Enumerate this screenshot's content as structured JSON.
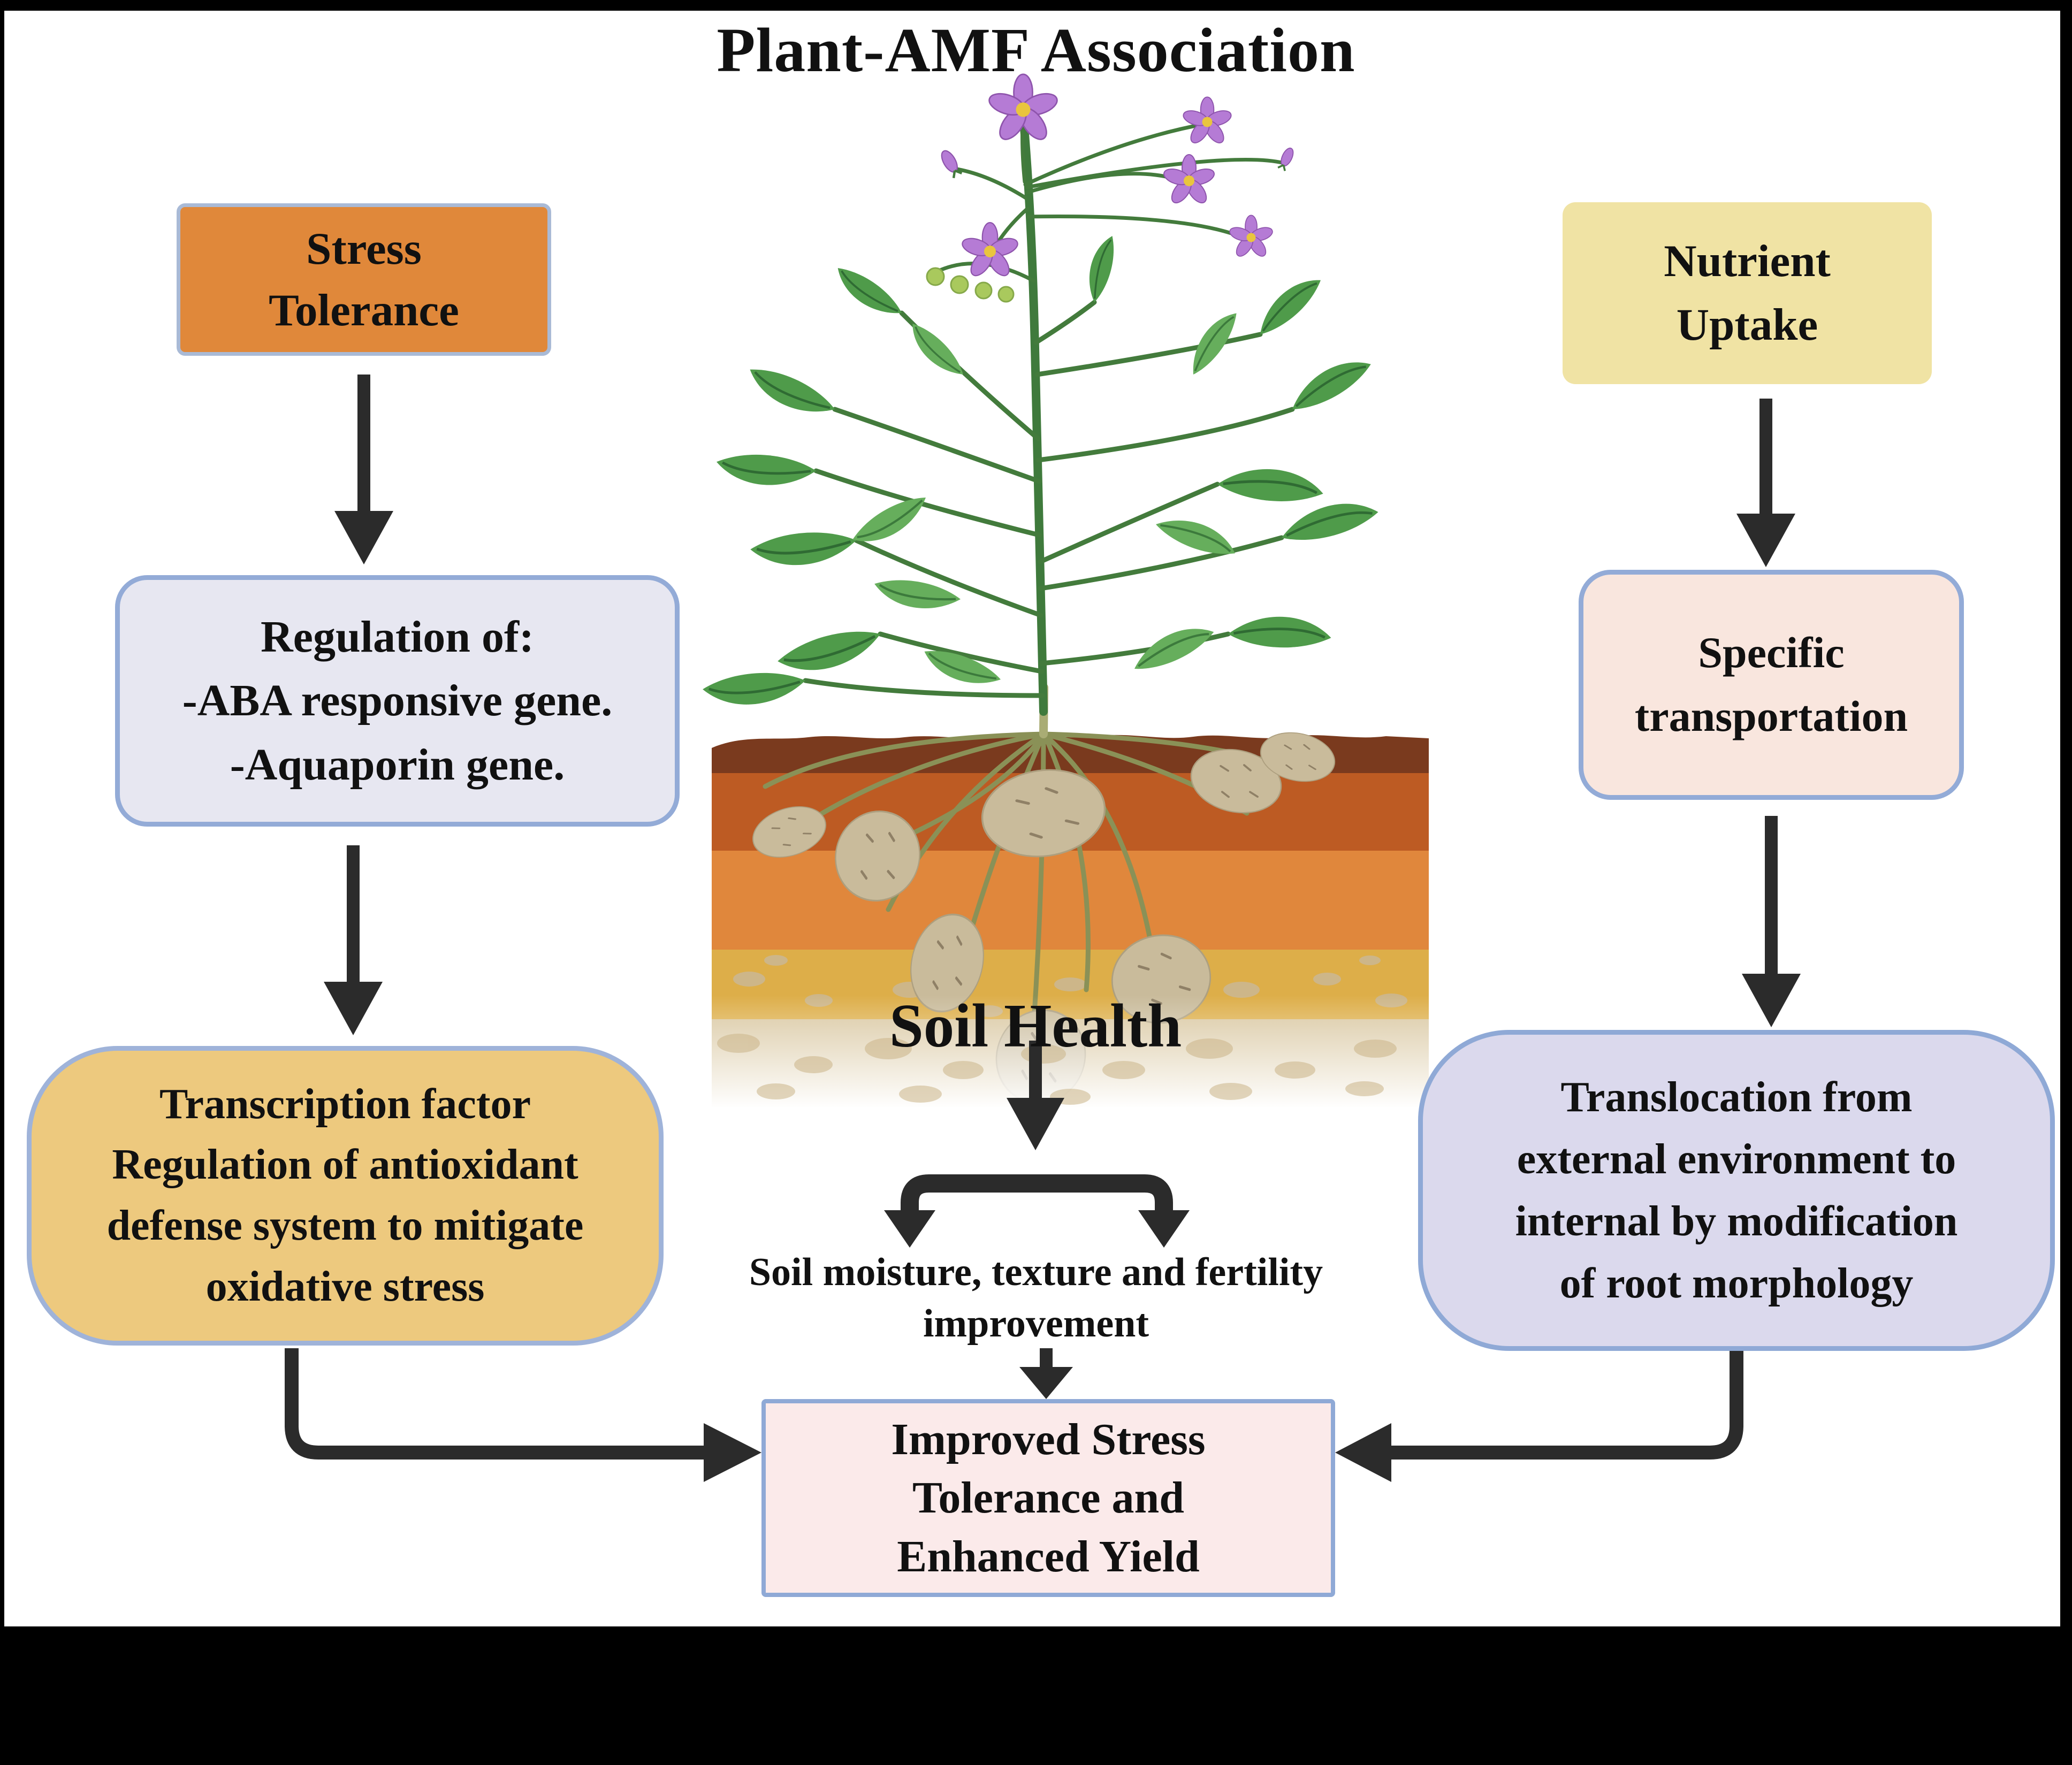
{
  "title": "Plant-AMF Association",
  "colors": {
    "frame": "#000000",
    "background": "#FFFFFF",
    "arrow": "#2B2B2B",
    "box_border_blue": "#93ABD7",
    "stress_bg": "#E0883A",
    "regulation_bg": "#E7E7F1",
    "transcription_bg": "#EDC97E",
    "nutrient_bg": "#F0E3A4",
    "specific_bg": "#F9E6DE",
    "translocation_bg": "#DBD9ED",
    "improved_bg": "#FBEAEA",
    "soil_dark_brown": "#7A3A1E",
    "soil_rust": "#BD5B23",
    "soil_orange": "#E0873C",
    "soil_gold": "#DDAE49",
    "soil_tan": "#D9C7A0",
    "leaf_green": "#4F9B4A",
    "flower_purple": "#B57BD5"
  },
  "left_flow": {
    "stress_box": {
      "bg": "#E0883A",
      "lines": [
        "Stress",
        "Tolerance"
      ]
    },
    "regulation_box": {
      "bg": "#E7E7F1",
      "lines": [
        "Regulation of:",
        "-ABA responsive gene.",
        "-Aquaporin gene."
      ]
    },
    "transcription_box": {
      "bg": "#EDC97E",
      "lines": [
        "Transcription factor",
        "Regulation of antioxidant",
        "defense system to mitigate",
        "oxidative stress"
      ]
    }
  },
  "center_flow": {
    "soil_label": "Soil Health",
    "caption_lines": [
      "Soil moisture, texture and fertility",
      "improvement"
    ],
    "improved_box": {
      "bg": "#FBEAEA",
      "lines": [
        "Improved Stress",
        "Tolerance and",
        "Enhanced Yield"
      ]
    }
  },
  "right_flow": {
    "nutrient_box": {
      "bg": "#F0E3A4",
      "lines": [
        "Nutrient",
        "Uptake"
      ]
    },
    "specific_box": {
      "bg": "#F9E6DE",
      "lines": [
        "Specific",
        "transportation"
      ]
    },
    "translocation_box": {
      "bg": "#DBD9ED",
      "lines": [
        "Translocation from",
        "external environment to",
        "internal by modification",
        "of root morphology"
      ]
    }
  },
  "arrows": [
    {
      "from": "stress-tolerance",
      "to": "regulation-of-genes"
    },
    {
      "from": "regulation-of-genes",
      "to": "transcription-factor"
    },
    {
      "from": "transcription-factor",
      "to": "improved-stress-tolerance"
    },
    {
      "from": "soil-health",
      "to": "soil-moisture-texture-fertility"
    },
    {
      "from": "soil-moisture-texture-fertility",
      "to": "improved-stress-tolerance"
    },
    {
      "from": "nutrient-uptake",
      "to": "specific-transportation"
    },
    {
      "from": "specific-transportation",
      "to": "translocation"
    },
    {
      "from": "translocation",
      "to": "improved-stress-tolerance"
    }
  ]
}
